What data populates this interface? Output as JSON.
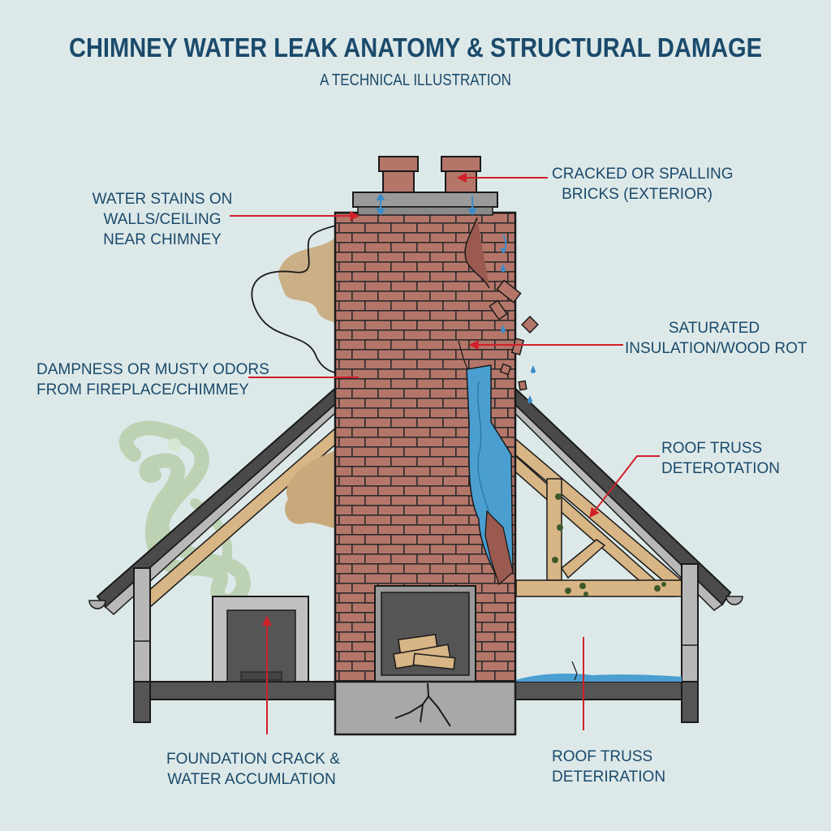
{
  "header": {
    "title": "CHIMNEY WATER LEAK ANATOMY & STRUCTURAL DAMAGE",
    "subtitle": "A TECHNICAL ILLUSTRATION"
  },
  "labels": {
    "water_stains": {
      "line1": "WATER STAINS ON",
      "line2": "WALLS/CEILING",
      "line3": "NEAR CHIMNEY"
    },
    "cracked_bricks": {
      "line1": "CRACKED OR SPALLING",
      "line2": "BRICKS (EXTERIOR)"
    },
    "dampness": {
      "line1": "DAMPNESS OR MUSTY ODORS",
      "line2": "FROM FIREPLACE/CHIMMEY"
    },
    "saturated": {
      "line1": "SATURATED",
      "line2": "INSULATION/WOOD ROT"
    },
    "roof_truss_upper": {
      "line1": "ROOF TRUSS",
      "line2": "DETEROTATION"
    },
    "foundation": {
      "line1": "FOUNDATION CRACK &",
      "line2": "WATER ACCUMLATION"
    },
    "roof_truss_lower": {
      "line1": "ROOF TRUSS",
      "line2": "DETERIRATION"
    }
  },
  "colors": {
    "background": "#dde9e9",
    "text": "#1b4a6b",
    "leader_line": "#d0202a",
    "brick": "#b5766a",
    "mortar": "#2a2a2a",
    "stain": "#c9a87c",
    "water": "#4a9fd0",
    "smoke": "#b8ceaa",
    "wood": "#d8b585",
    "roof": "#4a4a4a",
    "concrete": "#a8a8a8"
  }
}
